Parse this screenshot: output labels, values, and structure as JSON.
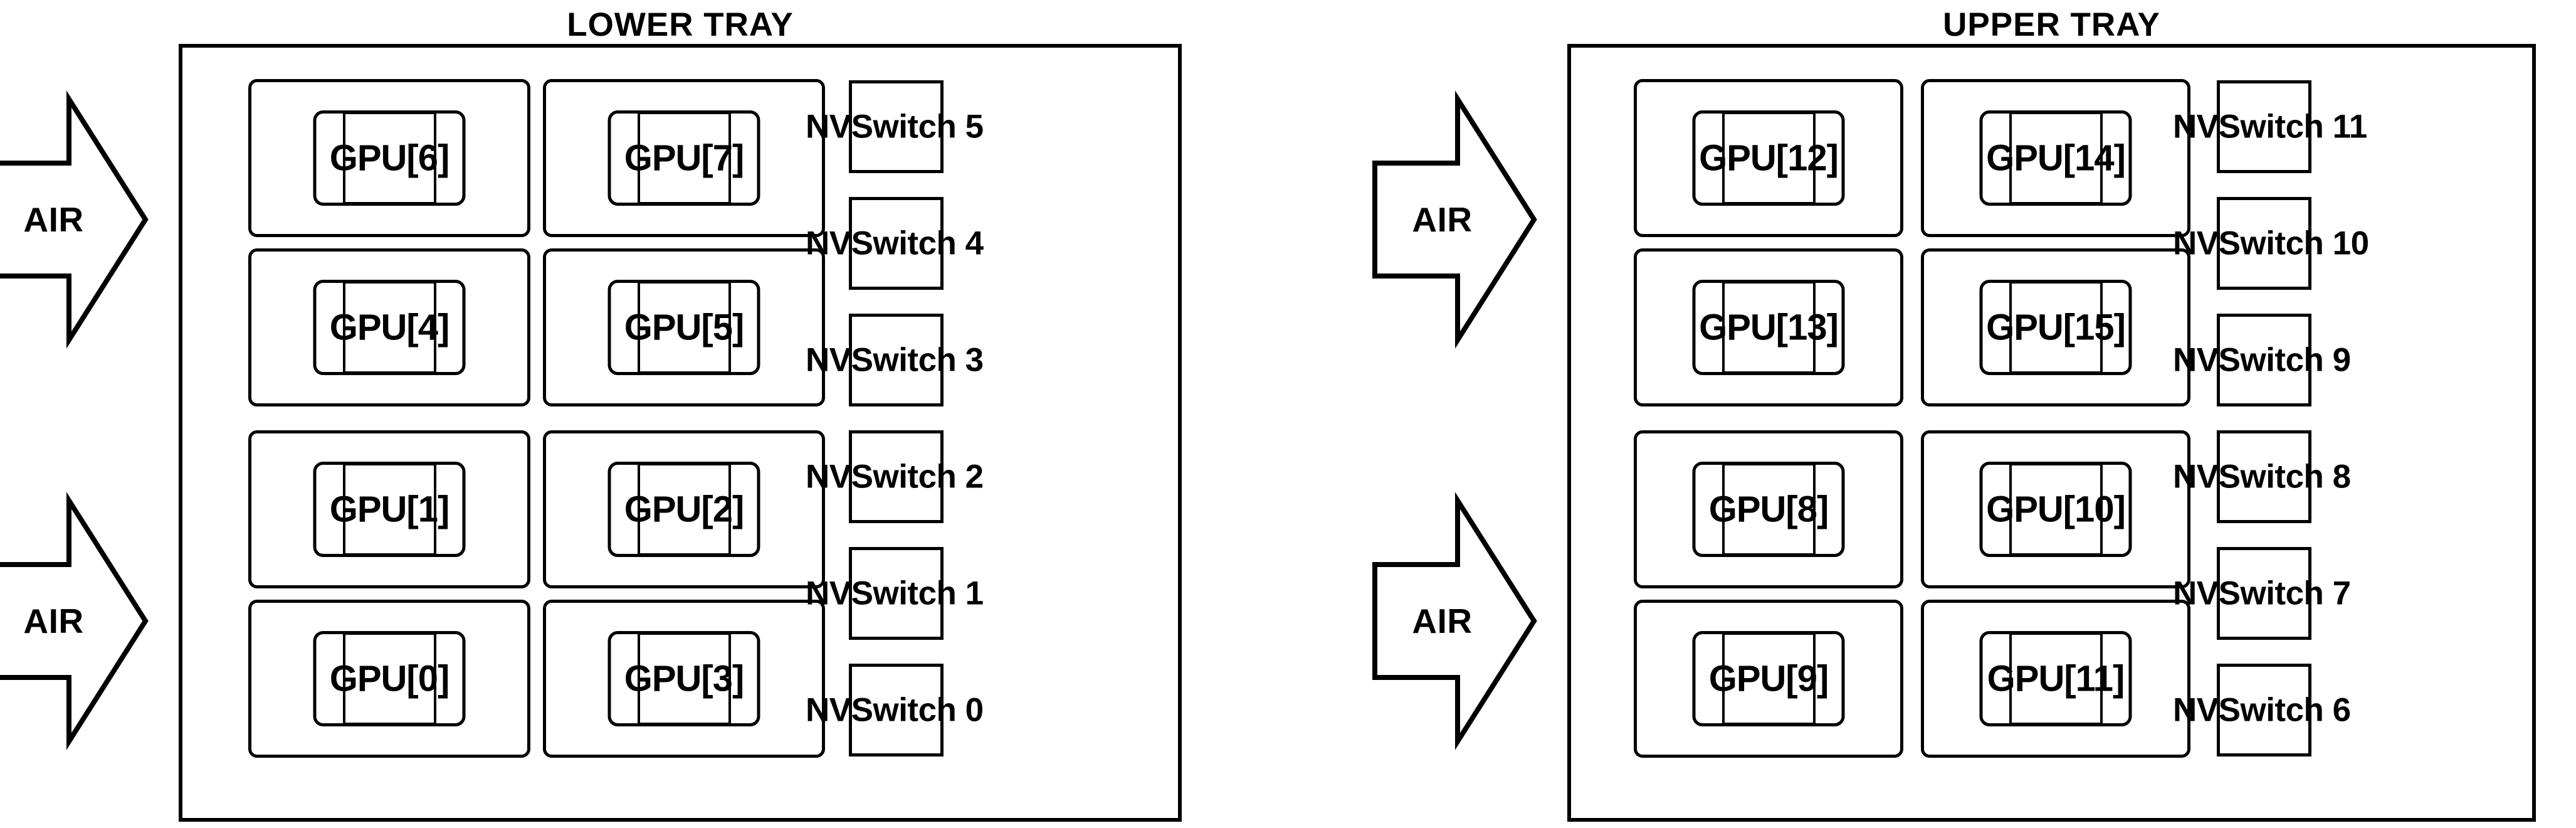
{
  "diagram": {
    "title_lower": "LOWER TRAY",
    "title_upper": "UPPER TRAY",
    "air_label": "AIR",
    "ink_color": "#000000",
    "background_color": "#ffffff"
  },
  "lower_tray": {
    "title": "LOWER TRAY",
    "air_flows": [
      {
        "label": "AIR"
      },
      {
        "label": "AIR"
      }
    ],
    "gpu_rows": [
      {
        "left": "GPU[6]",
        "right": "GPU[7]"
      },
      {
        "left": "GPU[4]",
        "right": "GPU[5]"
      },
      {
        "left": "GPU[1]",
        "right": "GPU[2]"
      },
      {
        "left": "GPU[0]",
        "right": "GPU[3]"
      }
    ],
    "nvswitches": [
      {
        "label": "NVSwitch 5"
      },
      {
        "label": "NVSwitch 4"
      },
      {
        "label": "NVSwitch 3"
      },
      {
        "label": "NVSwitch 2"
      },
      {
        "label": "NVSwitch 1"
      },
      {
        "label": "NVSwitch 0"
      }
    ]
  },
  "upper_tray": {
    "title": "UPPER TRAY",
    "air_flows": [
      {
        "label": "AIR"
      },
      {
        "label": "AIR"
      }
    ],
    "gpu_rows": [
      {
        "left": "GPU[12]",
        "right": "GPU[14]"
      },
      {
        "left": "GPU[13]",
        "right": "GPU[15]"
      },
      {
        "left": "GPU[8]",
        "right": "GPU[10]"
      },
      {
        "left": "GPU[9]",
        "right": "GPU[11]"
      }
    ],
    "nvswitches": [
      {
        "label": "NVSwitch 11"
      },
      {
        "label": "NVSwitch 10"
      },
      {
        "label": "NVSwitch 9"
      },
      {
        "label": "NVSwitch 8"
      },
      {
        "label": "NVSwitch 7"
      },
      {
        "label": "NVSwitch 6"
      }
    ]
  }
}
